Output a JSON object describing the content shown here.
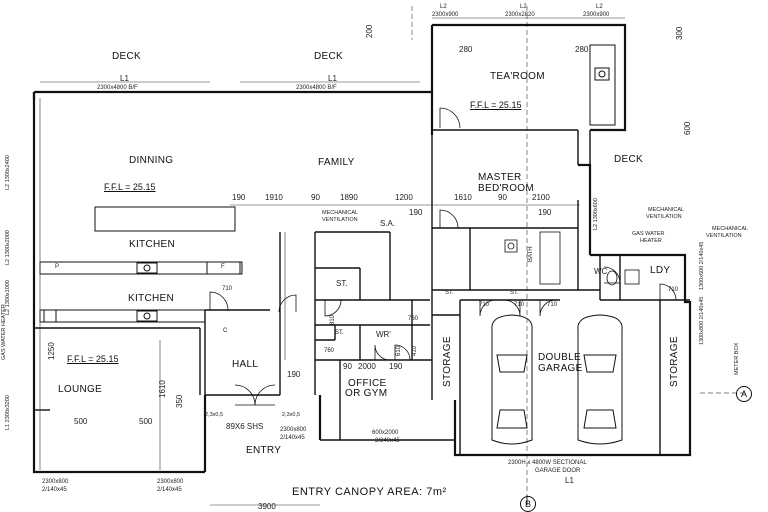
{
  "rooms": {
    "deck_left": "DECK",
    "deck_mid": "DECK",
    "tearoom": "TEA'ROOM",
    "dinning": "DINNING",
    "family": "FAMILY",
    "master": "MASTER",
    "bedroom": "BED'ROOM",
    "deck_right": "DECK",
    "kitchen_upper": "KITCHEN",
    "kitchen_lower": "KITCHEN",
    "hall": "HALL",
    "lounge": "LOUNGE",
    "office": "OFFICE",
    "or_gym": "OR GYM",
    "entry": "ENTRY",
    "double": "DOUBLE",
    "garage": "GARAGE",
    "storage_mid": "STORAGE",
    "storage_right": "STORAGE",
    "st1": "ST.",
    "st2": "ST.",
    "st3": "ST.",
    "st4": "ST.",
    "wr": "WR'",
    "wc": "WC",
    "ldy": "LDY",
    "bath": "BATH",
    "sa": "S.A."
  },
  "levels": {
    "ffl_dinning": "F.F.L = 25.15",
    "ffl_tearoom": "F.F.L = 25.15",
    "ffl_lounge": "F.F.L = 25.15"
  },
  "windows": {
    "l1_a": "L1",
    "l1_a_size": "2300x4800 B/F",
    "l1_b": "L1",
    "l1_b_size": "2300x4800 B/F",
    "l2_t1": "L2",
    "l2_t1_size": "2300x900",
    "l2_t2": "L2",
    "l2_t2_size": "2300x2820",
    "l2_t3": "L2",
    "l2_t3_size": "2300x900",
    "garage_door": "2300H x 4800W SECTIONAL",
    "garage_door2": "GARAGE DOOR",
    "garage_l1": "L1",
    "lounge_w1": "2300x800",
    "lounge_w1b": "2/140x45",
    "lounge_w2": "2300x800",
    "lounge_w2b": "2/140x45",
    "office_w1": "2300x800",
    "office_w1b": "2/140x45",
    "office_w2": "600x2000",
    "office_w2b": "2/240x45",
    "shs": "89X6 SHS",
    "left_side_1": "L2 1300x2400",
    "left_side_2": "L2 1300x2000",
    "left_side_3": "L2 1300x1000",
    "left_side_4": "L1 2300x3200",
    "right_side_1": "L2 1300x600",
    "right_side_2": "1300x600 2/140x45",
    "right_side_3": "1300x800 2/140x45",
    "gas": "GAS WATER HEATER"
  },
  "dims": {
    "d190a": "190",
    "d1910": "1910",
    "d90a": "90",
    "d1890": "1890",
    "d1200": "1200",
    "d1610": "1610",
    "d90b": "90",
    "d2100": "2100",
    "d190b": "190",
    "d190c": "190",
    "d190d": "190",
    "d2000": "2000",
    "d90c": "90",
    "d190e": "190",
    "d500a": "500",
    "d500b": "500",
    "d1610v": "1610",
    "d350": "350",
    "d1250": "1250",
    "d3900": "3900",
    "d280a": "280",
    "d280b": "280",
    "d300": "300",
    "d200": "200",
    "d600": "600",
    "d760a": "760",
    "d760b": "760",
    "d710a": "710",
    "d710b": "710",
    "d710c": "710",
    "d710d": "710",
    "d710e": "710",
    "d610": "610",
    "d410": "410",
    "d810": "810",
    "d2_3": "2,3x0,5",
    "d2_3b": "2,3x0,5"
  },
  "labels": {
    "mech_vent_1": "MECHANICAL",
    "mech_vent_1b": "VENTILATION",
    "mech_vent_2": "MECHANICAL",
    "mech_vent_2b": "VENTILATION",
    "mech_vent_3": "MECHANICAL",
    "mech_vent_3b": "VENTILATION",
    "gas_water": "GAS WATER",
    "gas_water_b": "HEATER",
    "meter_box": "METER BOX",
    "p": "P",
    "f": "F",
    "c": "C",
    "canopy": "ENTRY CANOPY AREA: 7m²",
    "grid_a": "A",
    "grid_b": "B"
  }
}
